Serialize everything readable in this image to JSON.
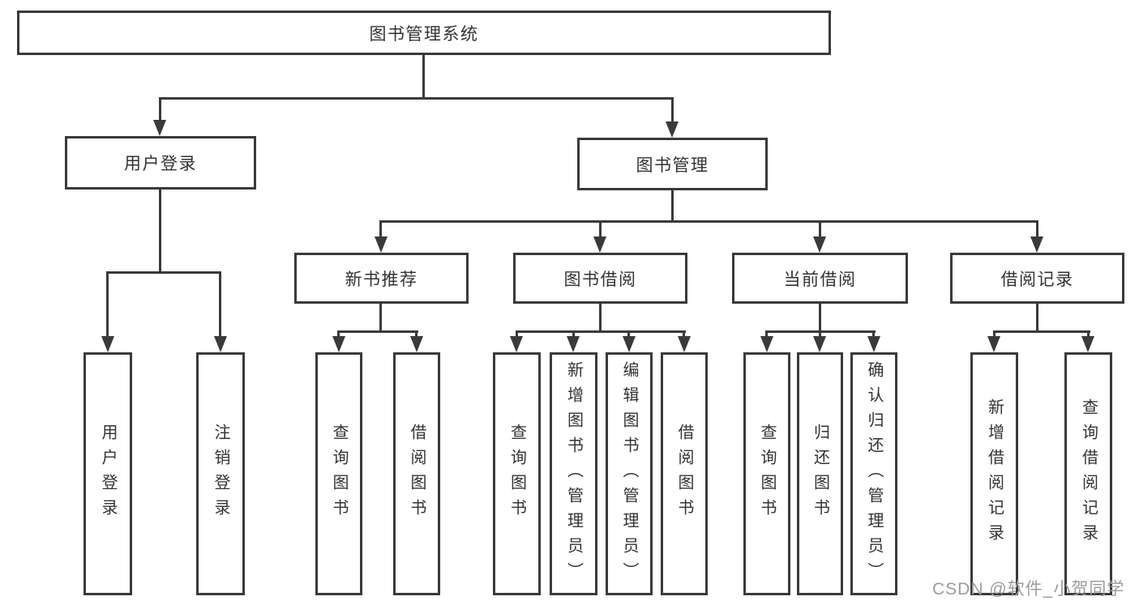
{
  "tree": {
    "root": "图书管理系统",
    "level1": [
      {
        "label": "用户登录",
        "leaves": [
          "用户登录",
          "注销登录"
        ]
      },
      {
        "label": "图书管理",
        "groups": [
          {
            "label": "新书推荐",
            "leaves": [
              "查询图书",
              "借阅图书"
            ]
          },
          {
            "label": "图书借阅",
            "leaves": [
              "查询图书",
              "新增图书（管理员）",
              "编辑图书（管理员）",
              "借阅图书"
            ]
          },
          {
            "label": "当前借阅",
            "leaves": [
              "查询图书",
              "归还图书",
              "确认归还（管理员）"
            ]
          },
          {
            "label": "借阅记录",
            "leaves": [
              "新增借阅记录",
              "查询借阅记录"
            ]
          }
        ]
      }
    ]
  },
  "watermark": "CSDN @软件_小贺同学",
  "colors": {
    "line": "#3a3a3a",
    "text": "#333333",
    "box_background": "#ffffff",
    "page_background": "#ffffff",
    "watermark": "#9c9c9c"
  }
}
